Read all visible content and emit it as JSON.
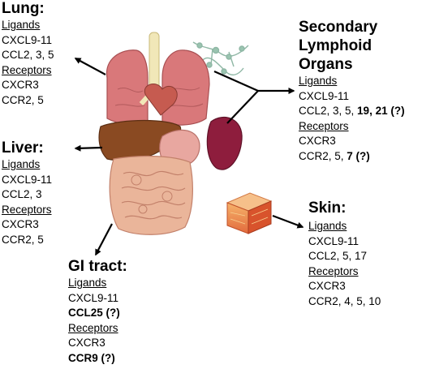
{
  "panels": {
    "lung": {
      "title": "Lung:",
      "ligands_label": "Ligands",
      "ligands": [
        "CXCL9-11",
        "CCL2, 3, 5"
      ],
      "receptors_label": "Receptors",
      "receptors": [
        "CXCR3",
        "CCR2, 5"
      ]
    },
    "liver": {
      "title": "Liver:",
      "ligands_label": "Ligands",
      "ligands": [
        "CXCL9-11",
        "CCL2, 3"
      ],
      "receptors_label": "Receptors",
      "receptors": [
        "CXCR3",
        "CCR2, 5"
      ]
    },
    "gi": {
      "title": "GI tract:",
      "ligands_label": "Ligands",
      "ligands": [
        "CXCL9-11"
      ],
      "ligands_bold": "CCL25 (?)",
      "receptors_label": "Receptors",
      "receptors": [
        "CXCR3"
      ],
      "receptors_bold": "CCR9 (?)"
    },
    "slo": {
      "title_lines": [
        "Secondary",
        "Lymphoid",
        "Organs"
      ],
      "ligands_label": "Ligands",
      "ligand_1": "CXCL9-11",
      "ligand_2_prefix": "CCL2, 3, 5, ",
      "ligand_2_bold": "19, 21 (?)",
      "receptors_label": "Receptors",
      "receptor_1": "CXCR3",
      "receptor_2_prefix": "CCR2, 5, ",
      "receptor_2_bold": "7 (?)"
    },
    "skin": {
      "title": "Skin:",
      "ligands_label": "Ligands",
      "ligands": [
        "CXCL9-11",
        "CCL2, 5, 17"
      ],
      "receptors_label": "Receptors",
      "receptors": [
        "CXCR3",
        "CCR2, 4, 5, 10"
      ]
    }
  },
  "colors": {
    "lung": "#d9787a",
    "lung_dark": "#a84f52",
    "liver": "#8a4a22",
    "spleen": "#8e1d3d",
    "intestine": "#eab59a",
    "stomach": "#e8a7a0",
    "trachea": "#f1e7b8",
    "skin_top": "#f0a25a",
    "skin_side": "#d8532c",
    "lymph": "#8fb7a5",
    "arrow": "#000000"
  }
}
